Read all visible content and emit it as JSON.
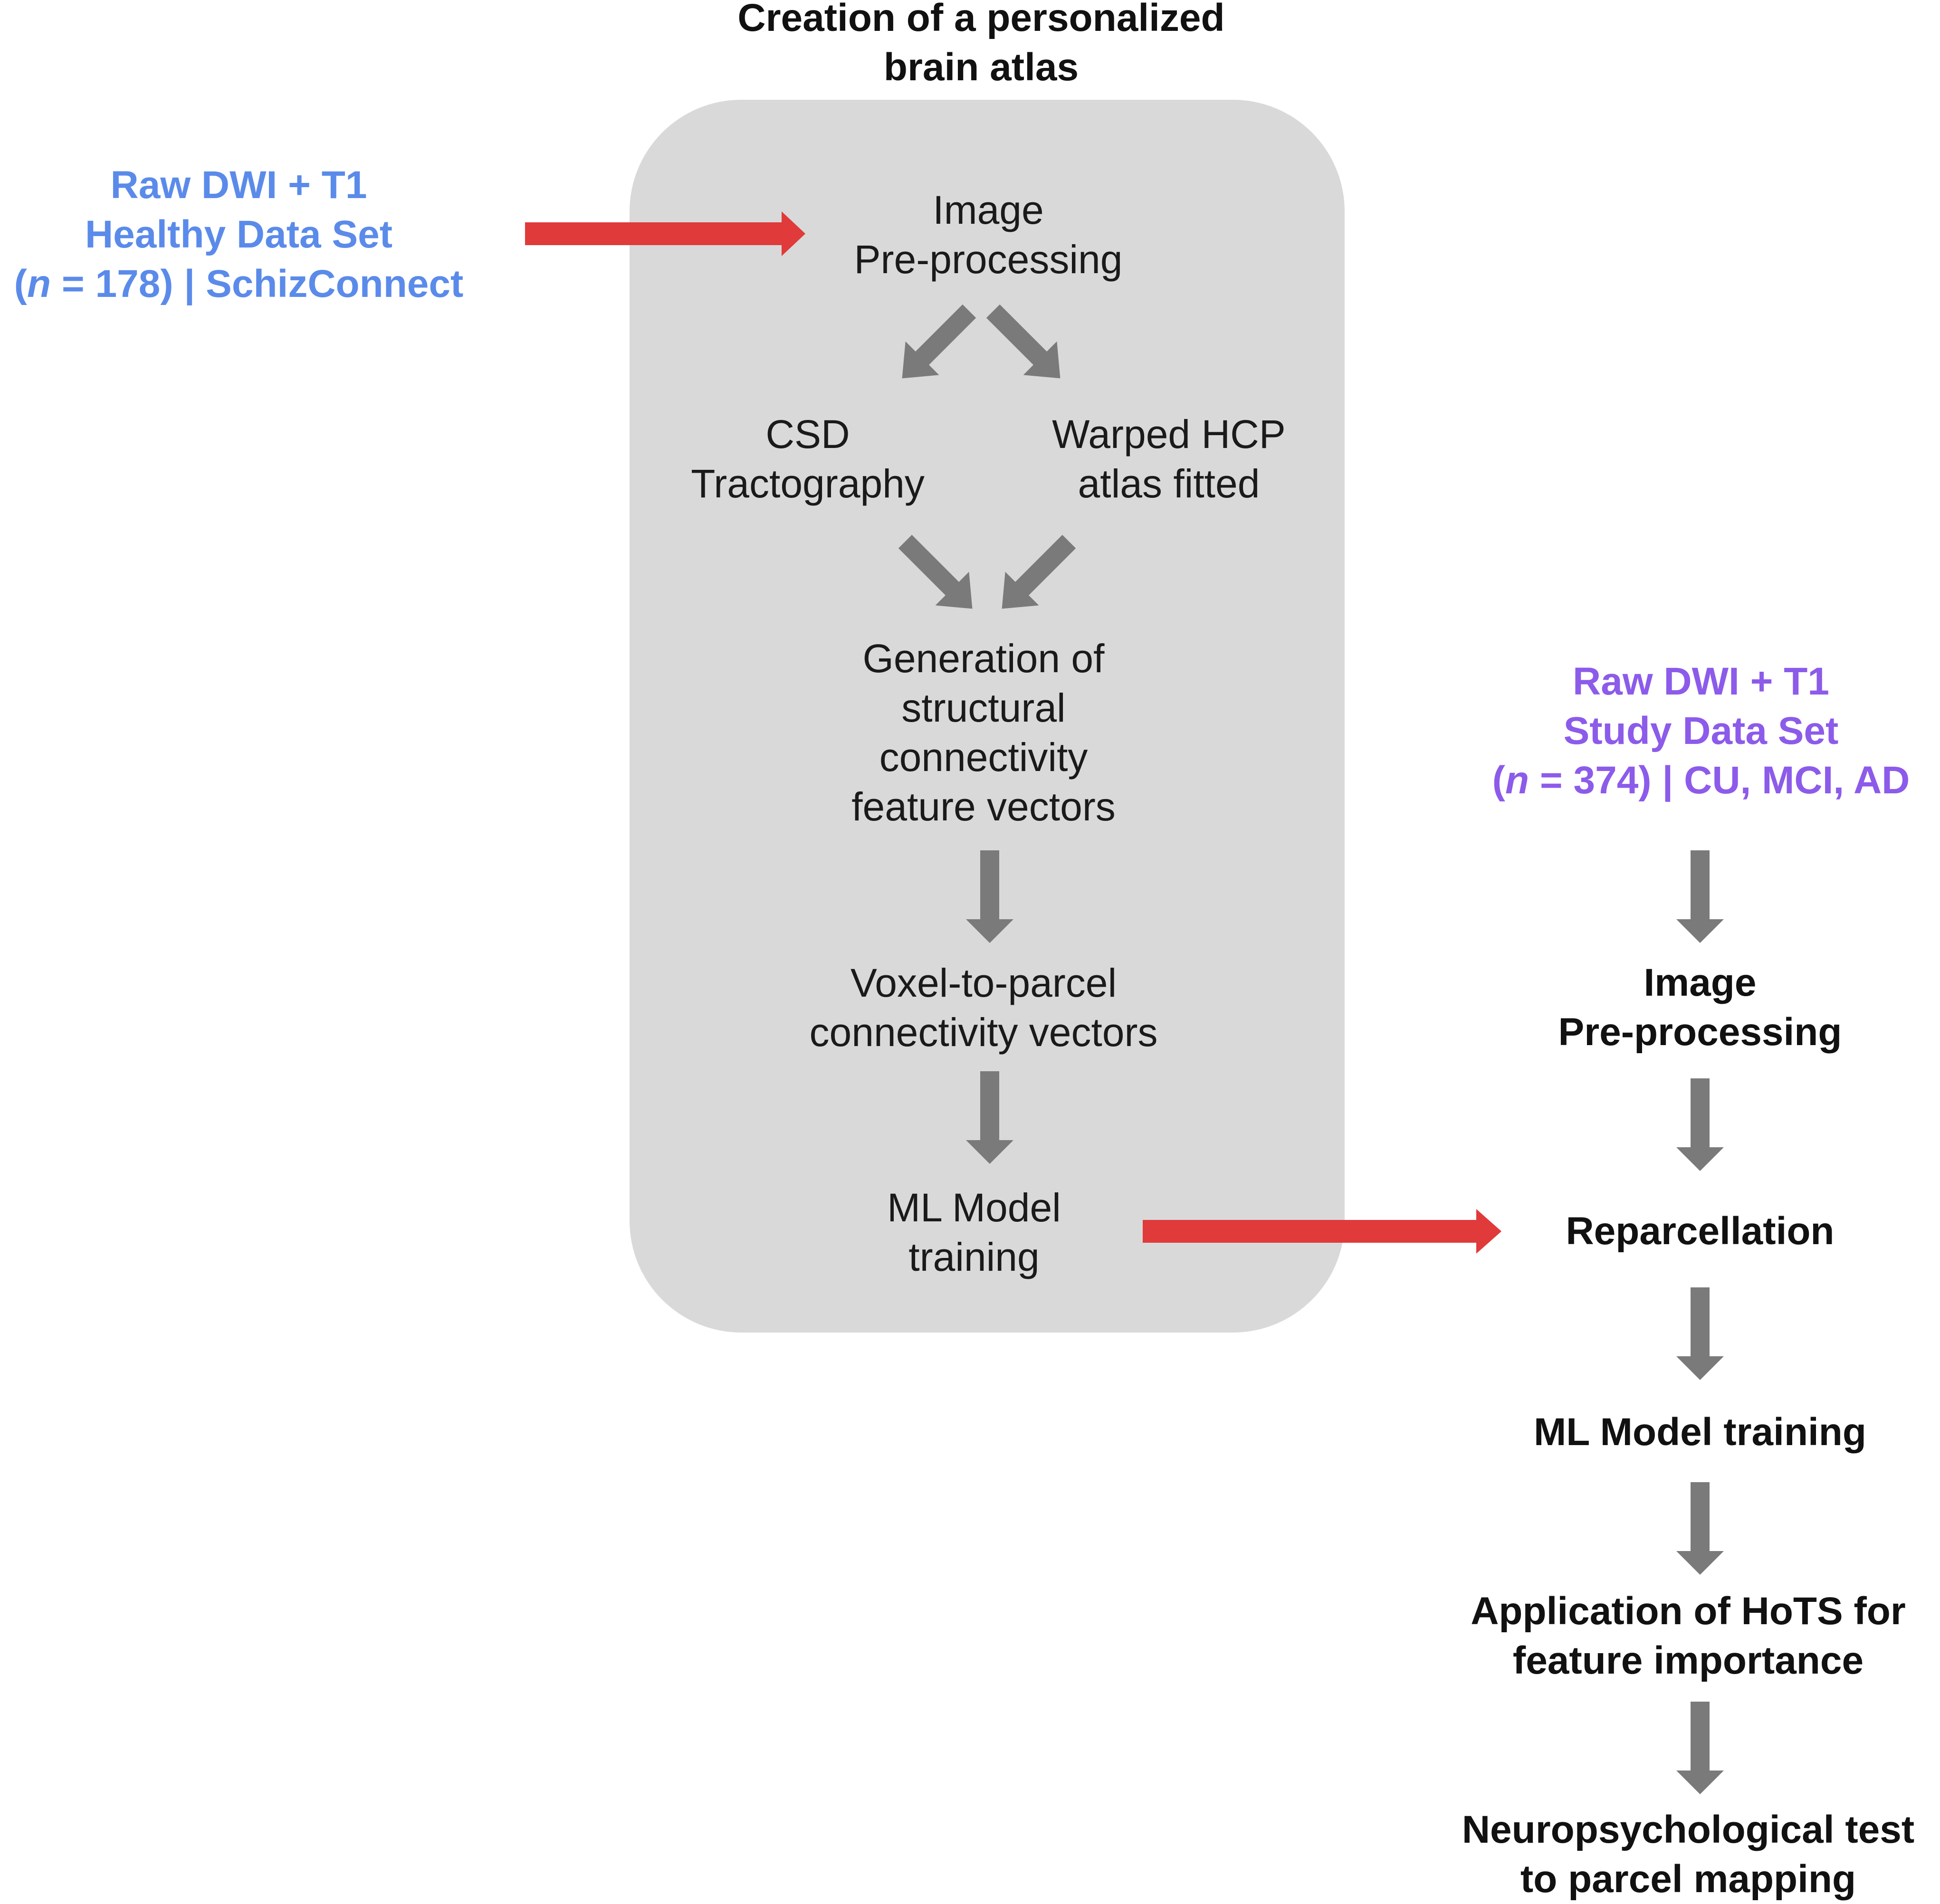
{
  "colors": {
    "panel": "#d9d9d9",
    "gray_arrow": "#7a7a7a",
    "red_arrow": "#e03a3a",
    "healthy_blue": "#5b8bea",
    "study_purple": "#8c5bea"
  },
  "title": {
    "line1": "Creation of a personalized",
    "line2": "brain atlas"
  },
  "healthy_source": {
    "line1": "Raw DWI + T1",
    "line2": "Healthy Data Set",
    "line3_n": "n",
    "line3_rest": " = 178) | SchizConnect"
  },
  "atlas_steps": {
    "preprocessing": {
      "line1": "Image",
      "line2": "Pre-processing"
    },
    "csd": {
      "line1": "CSD",
      "line2": "Tractography"
    },
    "hcp": {
      "line1": "Warped HCP",
      "line2": "atlas fitted"
    },
    "feature_vectors": {
      "line1": "Generation of",
      "line2": "structural",
      "line3": "connectivity",
      "line4": "feature vectors"
    },
    "voxel": {
      "line1": "Voxel-to-parcel",
      "line2": "connectivity vectors"
    },
    "ml_training": {
      "line1": "ML Model",
      "line2": "training"
    }
  },
  "study_source": {
    "line1": "Raw DWI + T1",
    "line2": "Study Data Set",
    "line3_n": "n",
    "line3_rest": " = 374) | CU, MCI, AD"
  },
  "study_steps": {
    "preprocessing": {
      "line1": "Image",
      "line2": "Pre-processing"
    },
    "reparcellation": "Reparcellation",
    "ml_training": "ML Model training",
    "hots": {
      "line1": "Application of HoTS for",
      "line2": "feature importance"
    },
    "mapping": {
      "line1": "Neuropsychological test",
      "line2": "to parcel mapping"
    }
  }
}
